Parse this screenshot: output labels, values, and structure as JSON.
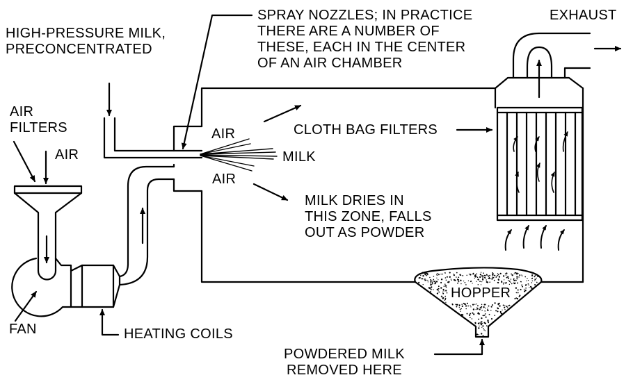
{
  "labels": {
    "high_pressure_milk": [
      "HIGH-PRESSURE MILK,",
      "PRECONCENTRATED"
    ],
    "spray_nozzles": [
      "SPRAY NOZZLES; IN PRACTICE",
      "THERE ARE A NUMBER OF",
      "THESE, EACH IN THE CENTER",
      "OF AN AIR CHAMBER"
    ],
    "exhaust": "EXHAUST",
    "air_filters": [
      "AIR",
      "FILTERS"
    ],
    "air_intake": "AIR",
    "air_upper": "AIR",
    "air_lower": "AIR",
    "milk": "MILK",
    "cloth_bag_filters": "CLOTH BAG FILTERS",
    "milk_dries": [
      "MILK DRIES IN",
      "THIS ZONE, FALLS",
      "OUT AS POWDER"
    ],
    "hopper": "HOPPER",
    "fan": "FAN",
    "heating_coils": "HEATING COILS",
    "powdered_milk": [
      "POWDERED MILK",
      "REMOVED HERE"
    ]
  }
}
